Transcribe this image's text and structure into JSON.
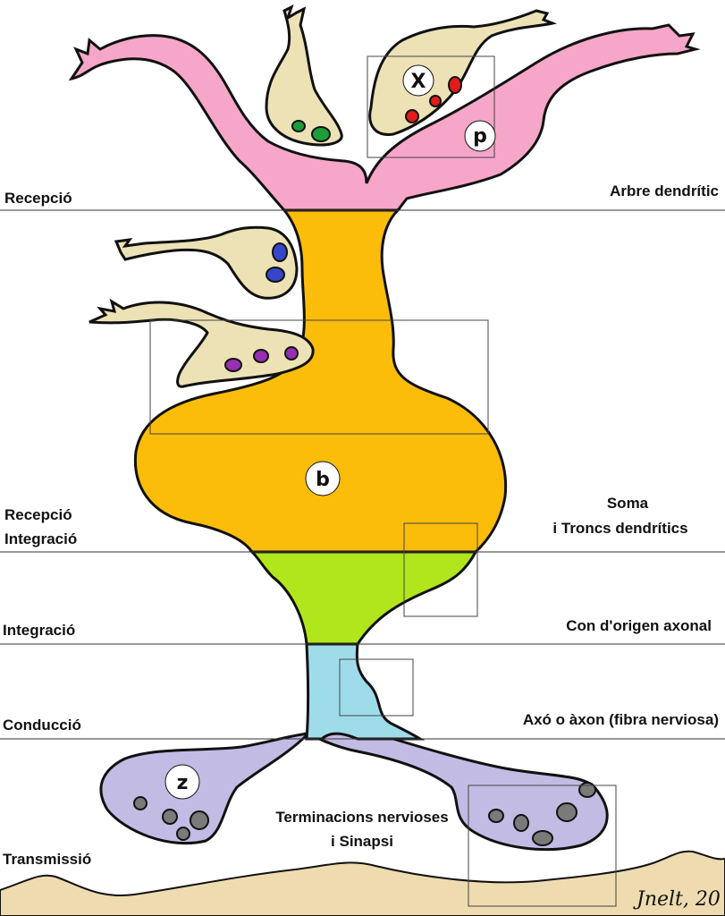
{
  "colors": {
    "dendritic_tree": "#f6a6c8",
    "soma": "#fbbd0a",
    "axon_hillock": "#b2e61c",
    "axon": "#9fdcea",
    "terminals": "#c2bbe4",
    "presynaptic_cells": "#ece2b6",
    "vesicle_green": "#1d9d3a",
    "vesicle_red": "#e21b1b",
    "vesicle_blue": "#3646c9",
    "vesicle_purple": "#962fb0",
    "vesicle_gray": "#7a7a7a",
    "ground": "#eedcb0"
  },
  "left_labels": {
    "reception": "Recepció",
    "reception_integration_1": "Recepció",
    "reception_integration_2": "Integració",
    "integration": "Integració",
    "conduction": "Conducció",
    "transmission": "Transmissió"
  },
  "right_labels": {
    "dendritic_tree": "Arbre dendrític",
    "soma_1": "Soma",
    "soma_2": "i Troncs dendrítics",
    "axon_hillock": "Con d'origen axonal",
    "axon": "Axó o àxon (fibra nerviosa)",
    "terminals_1": "Terminacions nervioses",
    "terminals_2": "i Sinapsi"
  },
  "markers": {
    "x": "X",
    "p": "p",
    "b": "b",
    "z": "z"
  },
  "signature": "Jnelt, 20"
}
